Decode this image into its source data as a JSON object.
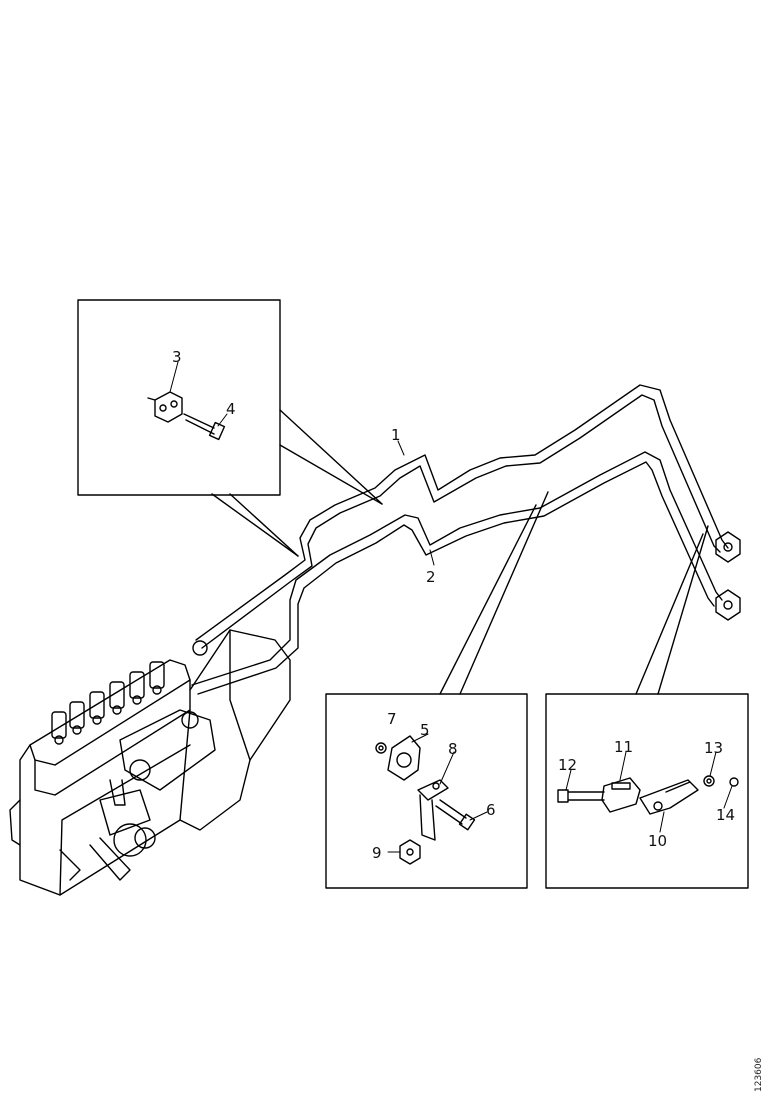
{
  "labels": {
    "1": "1",
    "2": "2",
    "3": "3",
    "4": "4",
    "5": "5",
    "6": "6",
    "7": "7",
    "8": "8",
    "9": "9",
    "10": "10",
    "11": "11",
    "12": "12",
    "13": "13",
    "14": "14"
  },
  "drawing_code": "123606",
  "colors": {
    "line": "#000000",
    "background": "#ffffff"
  }
}
